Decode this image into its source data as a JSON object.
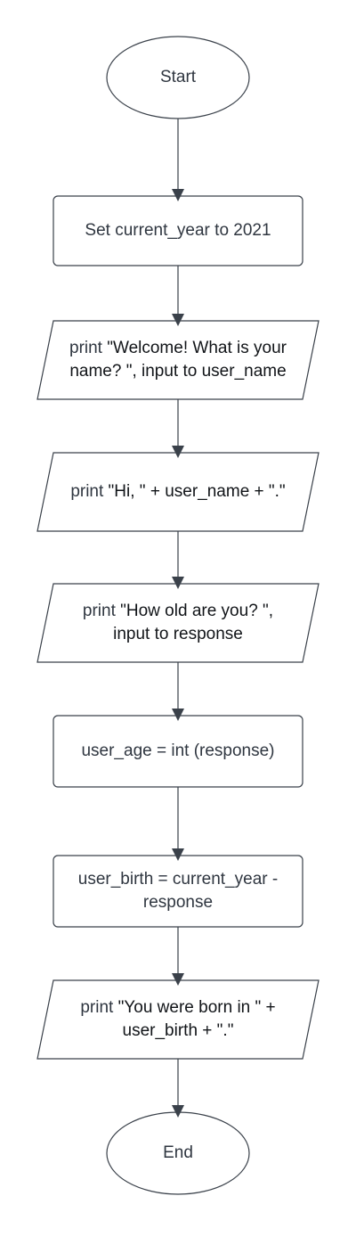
{
  "flowchart": {
    "colors": {
      "stroke": "#3a414a",
      "fill": "#ffffff",
      "text": "#2f3640"
    },
    "nodes": {
      "start": {
        "shape": "terminator",
        "label": "Start"
      },
      "set_year": {
        "shape": "process",
        "label": "Set current_year to 2021"
      },
      "ask_name": {
        "shape": "input-output",
        "keyword": "print",
        "line1_rest": " \"Welcome! What is your",
        "line2": "name? \", input to user_name"
      },
      "greet": {
        "shape": "input-output",
        "keyword": "print",
        "line1_rest": " \"Hi, \" + user_name + \".\""
      },
      "ask_age": {
        "shape": "input-output",
        "keyword": "print",
        "line1_rest": " \"How old are you? \",",
        "line2": "input to response"
      },
      "convert_age": {
        "shape": "process",
        "label": "user_age = int (response)"
      },
      "compute_birth": {
        "shape": "process",
        "line1": "user_birth = current_year -",
        "line2": "response"
      },
      "print_birth": {
        "shape": "input-output",
        "keyword": "print",
        "line1_rest": " \"You were born in \" +",
        "line2": "user_birth + \".\""
      },
      "end": {
        "shape": "terminator",
        "label": "End"
      }
    }
  }
}
